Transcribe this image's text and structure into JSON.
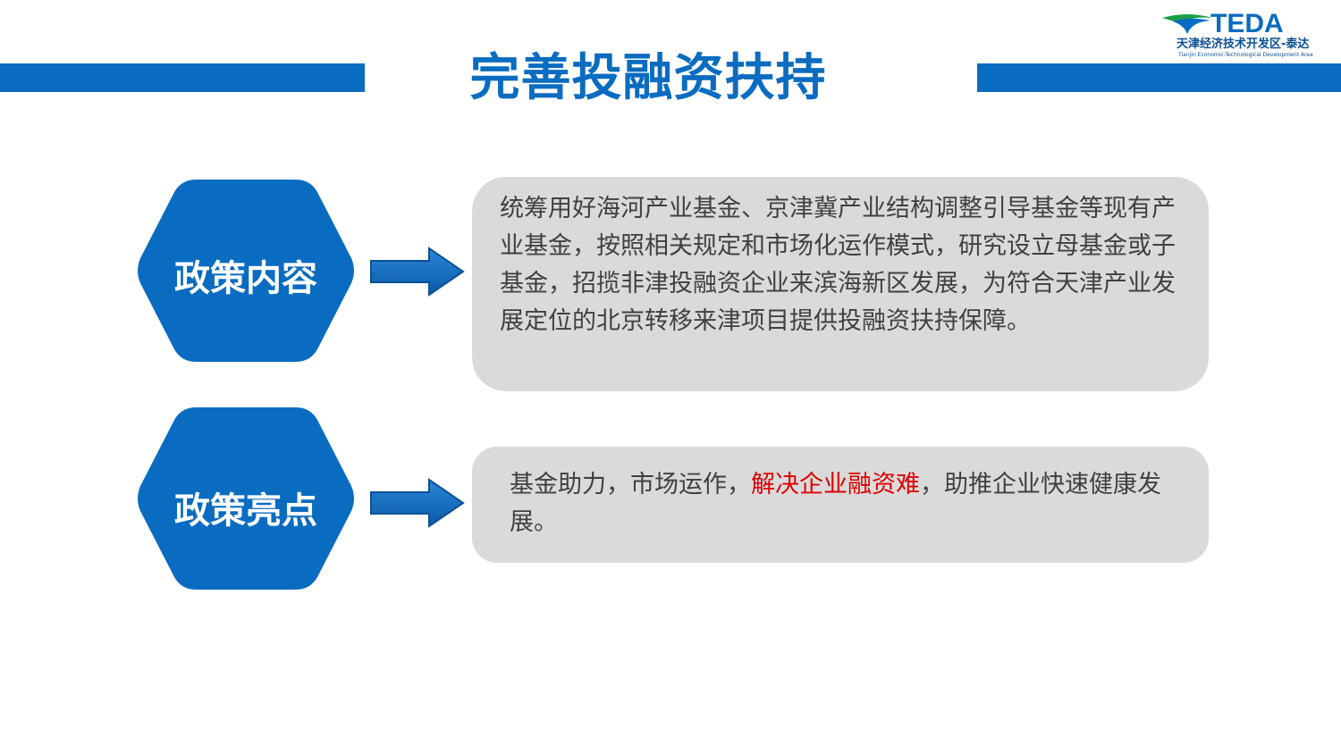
{
  "header": {
    "title": "完善投融资扶持",
    "accent_color": "#0a6cc1"
  },
  "logo": {
    "word": "TEDA",
    "cn": "天津经济技术开发区-泰达",
    "en": "Tianjin Economic-Technological Development Area"
  },
  "sections": [
    {
      "label": "政策内容",
      "text": "统筹用好海河产业基金、京津冀产业结构调整引导基金等现有产业基金，按照相关规定和市场化运作模式，研究设立母基金或子基金，招揽非津投融资企业来滨海新区发展，为符合天津产业发展定位的北京转移来津项目提供投融资扶持保障。"
    },
    {
      "label": "政策亮点",
      "text_before": "基金助力，市场运作，",
      "text_highlight": "解决企业融资难",
      "text_after": "，助推企业快速健康发展。",
      "highlight_color": "#e00000"
    }
  ]
}
